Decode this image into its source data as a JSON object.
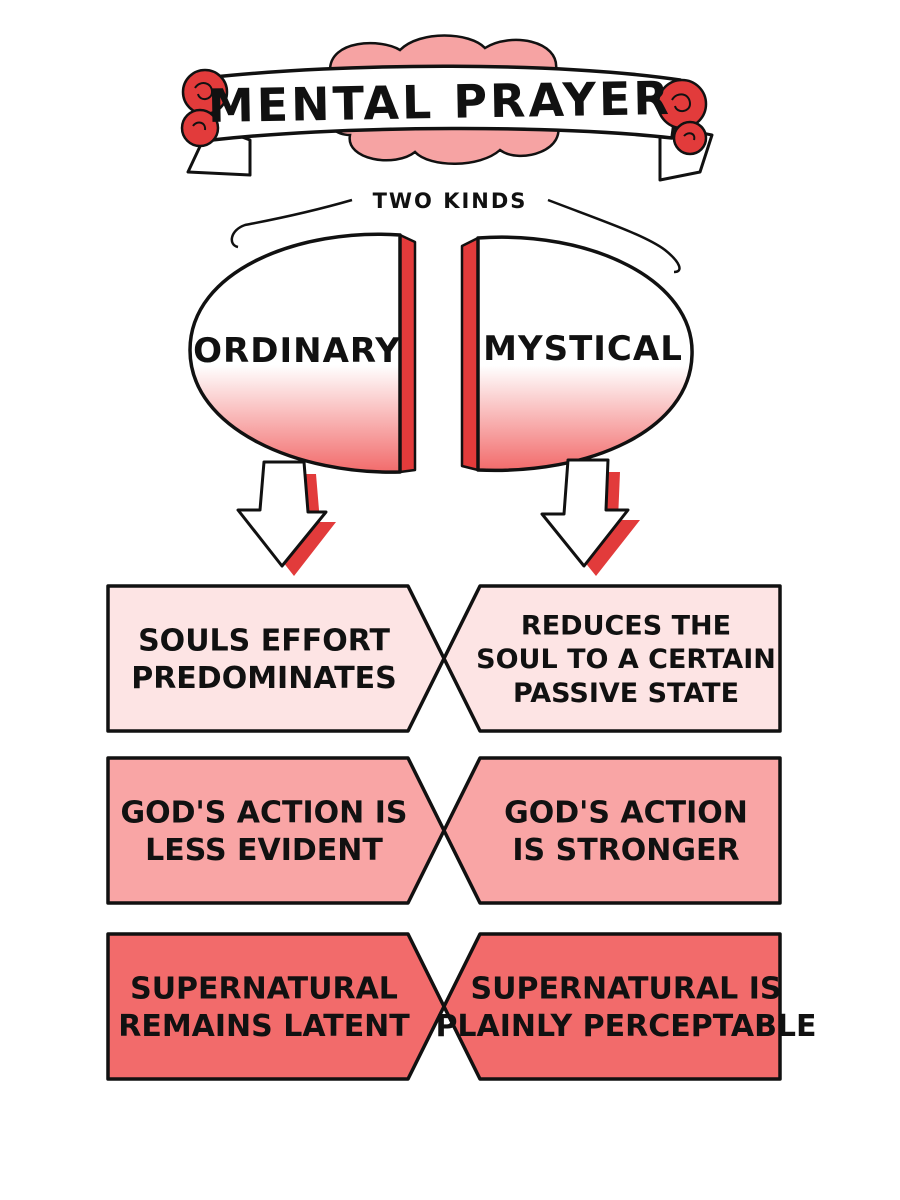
{
  "title": "MENTAL PRAYER",
  "subtitle": "TWO KINDS",
  "kinds": [
    {
      "label": "ORDINARY"
    },
    {
      "label": "MYSTICAL"
    }
  ],
  "rows": [
    {
      "left": [
        "SOULS EFFORT",
        "PREDOMINATES"
      ],
      "right": [
        "REDUCES THE",
        "SOUL TO A CERTAIN",
        "PASSIVE STATE"
      ]
    },
    {
      "left": [
        "GOD'S ACTION IS",
        "LESS EVIDENT"
      ],
      "right": [
        "GOD'S ACTION",
        "IS STRONGER"
      ]
    },
    {
      "left": [
        "SUPERNATURAL",
        "REMAINS LATENT"
      ],
      "right": [
        "SUPERNATURAL IS",
        "PLAINLY PERCEPTABLE"
      ]
    }
  ],
  "colors": {
    "ink": "#111111",
    "rose": "#e23b3b",
    "cloud": "#f6a3a3",
    "row1": "#fde4e4",
    "row2": "#f9a5a5",
    "row3": "#f26b6b",
    "shadow": "#e23b3b"
  }
}
